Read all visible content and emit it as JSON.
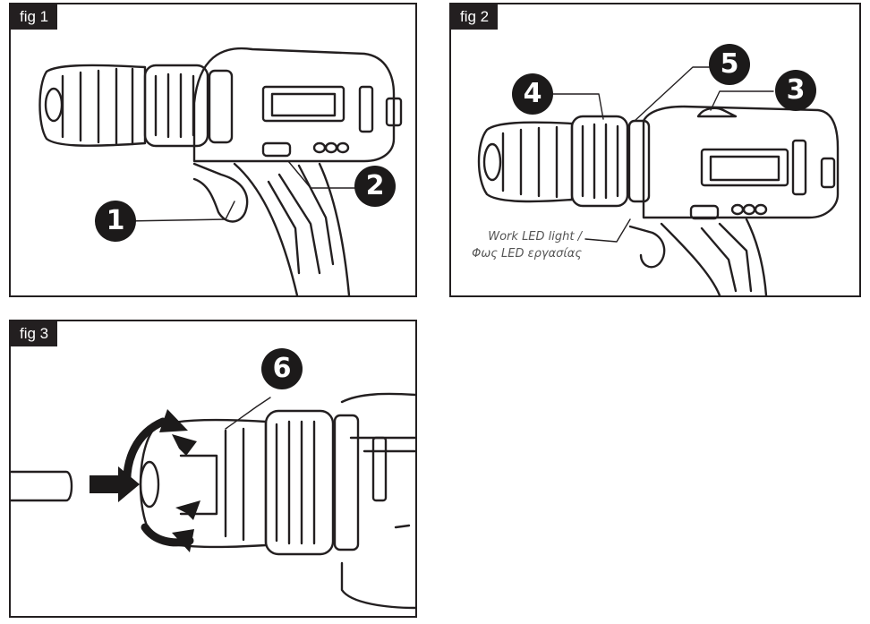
{
  "figures": {
    "fig1": {
      "label": "fig 1",
      "callouts": [
        "1",
        "2"
      ]
    },
    "fig2": {
      "label": "fig 2",
      "callouts": [
        "4",
        "5",
        "3"
      ],
      "caption_line1": "Work LED light /",
      "caption_line2": "Φως LED εργασίας"
    },
    "fig3": {
      "label": "fig 3",
      "callouts": [
        "6"
      ]
    }
  },
  "colors": {
    "ink": "#231f20",
    "caption": "#555555"
  }
}
